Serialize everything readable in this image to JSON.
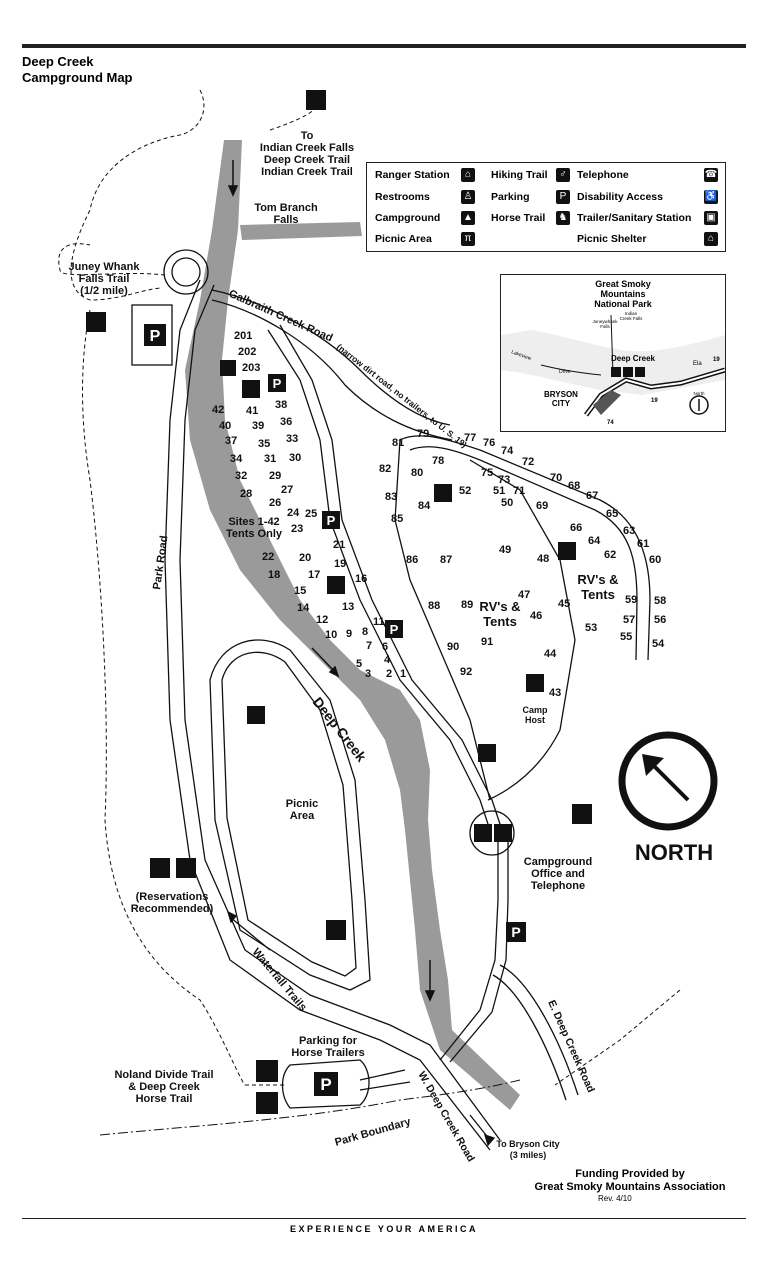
{
  "header": {
    "title_line1": "Deep Creek",
    "title_line2": "Campground Map"
  },
  "legend": {
    "ranger_station": "Ranger Station",
    "restrooms": "Restrooms",
    "campground": "Campground",
    "picnic_area": "Picnic Area",
    "hiking_trail": "Hiking Trail",
    "parking": "Parking",
    "horse_trail": "Horse Trail",
    "telephone": "Telephone",
    "disability_access": "Disability Access",
    "trailer_station": "Trailer/Sanitary Station",
    "picnic_shelter": "Picnic Shelter"
  },
  "labels": {
    "to": "To",
    "indian_creek_falls": "Indian Creek Falls",
    "deep_creek_trail": "Deep Creek Trail",
    "indian_creek_trail": "Indian Creek Trail",
    "tom_branch": "Tom Branch",
    "falls": "Falls",
    "juney_whank": "Juney Whank",
    "falls_trail": "Falls Trail",
    "half_mile": "(1/2 mile)",
    "galbraith": "Galbraith Creek Road",
    "narrow_dirt": "(narrow dirt road, no trailers, to U. S. 19)",
    "park_road": "Park Road",
    "sites_tents": "Sites 1-42",
    "tents_only": "Tents Only",
    "deep_creek": "Deep Creek",
    "picnic": "Picnic",
    "area": "Area",
    "reservations": "(Reservations",
    "recommended": "Recommended)",
    "waterfall_trails": "Waterfall Trails",
    "parking_for": "Parking for",
    "horse_trailers": "Horse Trailers",
    "noland_1": "Noland Divide Trail",
    "noland_2": "& Deep Creek",
    "noland_3": "Horse Trail",
    "park_boundary": "Park Boundary",
    "w_deep_creek_road": "W. Deep Creek Road",
    "e_deep_creek_road": "E. Deep Creek Road",
    "to_bryson": "To Bryson City",
    "three_miles": "(3 miles)",
    "rvs_tents": "RV's &",
    "tents": "Tents",
    "camp": "Camp",
    "host": "Host",
    "campground_office_1": "Campground",
    "campground_office_2": "Office and",
    "campground_office_3": "Telephone",
    "north": "NORTH"
  },
  "inset": {
    "park_1": "Great Smoky",
    "park_2": "Mountains",
    "park_3": "National Park",
    "juneywhank": "Juneywhank",
    "falls": "Falls",
    "indian_creek": "Indian",
    "creek_falls": "Creek Falls",
    "deep_creek": "Deep Creek",
    "bryson_1": "BRYSON",
    "bryson_2": "CITY",
    "lakeview": "Lakeview",
    "drive": "Drive",
    "ela": "Ela",
    "rt19a": "19",
    "rt19b": "19",
    "rt74": "74",
    "north": "North"
  },
  "sites": [
    "1",
    "2",
    "3",
    "4",
    "5",
    "6",
    "7",
    "8",
    "9",
    "10",
    "11",
    "12",
    "13",
    "14",
    "15",
    "16",
    "17",
    "18",
    "19",
    "20",
    "21",
    "22",
    "23",
    "24",
    "25",
    "26",
    "27",
    "28",
    "29",
    "30",
    "31",
    "32",
    "33",
    "34",
    "35",
    "36",
    "37",
    "38",
    "39",
    "40",
    "41",
    "42",
    "43",
    "44",
    "45",
    "46",
    "47",
    "48",
    "49",
    "50",
    "51",
    "52",
    "53",
    "54",
    "55",
    "56",
    "57",
    "58",
    "59",
    "60",
    "61",
    "62",
    "63",
    "64",
    "65",
    "66",
    "67",
    "68",
    "69",
    "70",
    "71",
    "72",
    "73",
    "74",
    "75",
    "76",
    "77",
    "78",
    "79",
    "80",
    "81",
    "82",
    "83",
    "84",
    "85",
    "86",
    "87",
    "88",
    "89",
    "90",
    "91",
    "92",
    "201",
    "202",
    "203"
  ],
  "footer": {
    "funding_1": "Funding Provided by",
    "funding_2": "Great Smoky Mountains Association",
    "rev": "Rev. 4/10",
    "tagline": "EXPERIENCE YOUR AMERICA"
  }
}
